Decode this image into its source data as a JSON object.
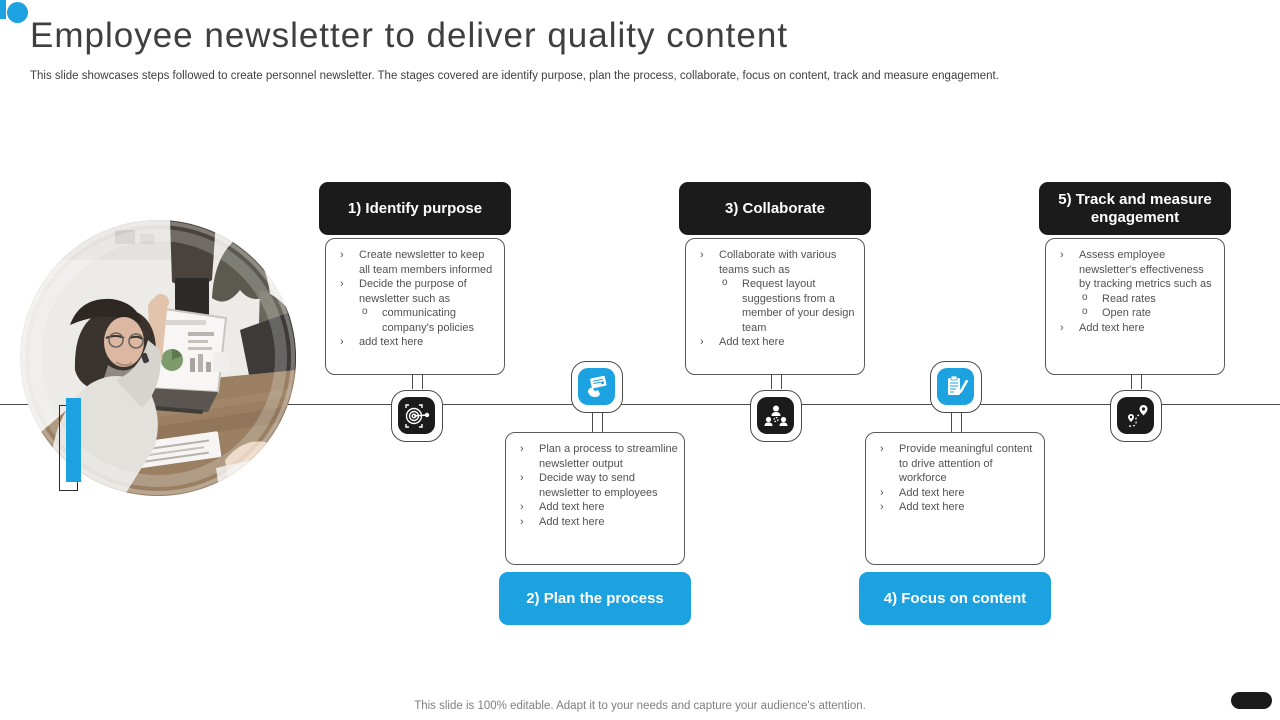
{
  "slide": {
    "title": "Employee newsletter to deliver quality content",
    "subtitle": "This slide showcases steps followed to create personnel newsletter. The stages covered are identify purpose, plan the process, collaborate, focus on content, track and measure engagement.",
    "footer": "This slide is 100% editable. Adapt it to your needs and capture your audience's attention."
  },
  "colors": {
    "accent_blue": "#1CA2E0",
    "header_black": "#1b1b1b",
    "body_text_gray": "#525252",
    "line_gray": "#4a4a4a"
  },
  "photo": {
    "description": "person-with-glasses-raising-hand-at-laptop-photo"
  },
  "stages": [
    {
      "label": "1) Identify purpose",
      "header_style": "black",
      "position": "top",
      "icon": "target-arrow-icon",
      "bullets": [
        {
          "level": 1,
          "text": "Create newsletter to keep all team members informed"
        },
        {
          "level": 1,
          "text": "Decide the purpose of newsletter such as"
        },
        {
          "level": 2,
          "text": "communicating company's policies"
        },
        {
          "level": 1,
          "text": "add text here"
        }
      ]
    },
    {
      "label": "2) Plan the process",
      "header_style": "blue",
      "position": "bottom",
      "icon": "hand-holding-letter-icon",
      "bullets": [
        {
          "level": 1,
          "text": "Plan a process to streamline newsletter output"
        },
        {
          "level": 1,
          "text": "Decide way to send newsletter to employees"
        },
        {
          "level": 1,
          "text": "Add text here"
        },
        {
          "level": 1,
          "text": "Add text here"
        }
      ]
    },
    {
      "label": "3) Collaborate",
      "header_style": "black",
      "position": "top",
      "icon": "team-group-icon",
      "bullets": [
        {
          "level": 1,
          "text": "Collaborate with various teams such as"
        },
        {
          "level": 2,
          "text": "Request layout suggestions from a member of your design team"
        },
        {
          "level": 1,
          "text": "Add text here"
        }
      ]
    },
    {
      "label": "4) Focus on content",
      "header_style": "blue",
      "position": "bottom",
      "icon": "clipboard-pencil-icon",
      "bullets": [
        {
          "level": 1,
          "text": "Provide meaningful content to drive attention of workforce"
        },
        {
          "level": 1,
          "text": "Add text here"
        },
        {
          "level": 1,
          "text": "Add text here"
        }
      ]
    },
    {
      "label": "5) Track and measure engagement",
      "header_style": "black",
      "position": "top",
      "icon": "route-map-pins-icon",
      "bullets": [
        {
          "level": 1,
          "text": "Assess employee newsletter's effectiveness by tracking metrics such as"
        },
        {
          "level": 2,
          "text": "Read rates"
        },
        {
          "level": 2,
          "text": "Open rate"
        },
        {
          "level": 1,
          "text": "Add text here"
        }
      ]
    }
  ]
}
